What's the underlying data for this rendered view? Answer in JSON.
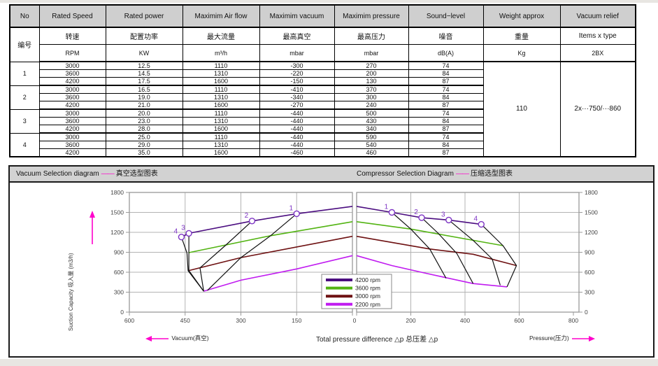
{
  "table": {
    "columns": [
      {
        "en": "No",
        "cn": "编号",
        "unit": ""
      },
      {
        "en": "Rated Speed",
        "cn": "转速",
        "unit": "RPM"
      },
      {
        "en": "Rated power",
        "cn": "配置功率",
        "unit": "KW"
      },
      {
        "en": "Maximim Air flow",
        "cn": "最大流量",
        "unit": "m³/h"
      },
      {
        "en": "Maximim vacuum",
        "cn": "最高真空",
        "unit": "mbar"
      },
      {
        "en": "Maximim pressure",
        "cn": "最高压力",
        "unit": "mbar"
      },
      {
        "en": "Sound−level",
        "cn": "噪音",
        "unit": "dB(A)"
      },
      {
        "en": "Weight approx",
        "cn": "重量",
        "unit": "Kg"
      },
      {
        "en": "Vacuum relief",
        "cn": "Items x type",
        "unit": "2BX"
      }
    ],
    "groups": [
      {
        "no": "1",
        "rows": [
          [
            "3000",
            "12.5",
            "1110",
            "-300",
            "270",
            "74"
          ],
          [
            "3600",
            "14.5",
            "1310",
            "-220",
            "200",
            "84"
          ],
          [
            "4200",
            "17.5",
            "1600",
            "-150",
            "130",
            "87"
          ]
        ]
      },
      {
        "no": "2",
        "rows": [
          [
            "3000",
            "16.5",
            "1110",
            "-410",
            "370",
            "74"
          ],
          [
            "3600",
            "19.0",
            "1310",
            "-340",
            "300",
            "84"
          ],
          [
            "4200",
            "21.0",
            "1600",
            "-270",
            "240",
            "87"
          ]
        ]
      },
      {
        "no": "3",
        "rows": [
          [
            "3000",
            "20.0",
            "1110",
            "-440",
            "500",
            "74"
          ],
          [
            "3600",
            "23.0",
            "1310",
            "-440",
            "430",
            "84"
          ],
          [
            "4200",
            "28.0",
            "1600",
            "-440",
            "340",
            "87"
          ]
        ]
      },
      {
        "no": "4",
        "rows": [
          [
            "3000",
            "25.0",
            "1110",
            "-440",
            "590",
            "74"
          ],
          [
            "3600",
            "29.0",
            "1310",
            "-440",
            "540",
            "84"
          ],
          [
            "4200",
            "35.0",
            "1600",
            "-460",
            "460",
            "87"
          ]
        ]
      }
    ],
    "weight": "110",
    "vacuum_relief": "2x···750/···860"
  },
  "chart_data": {
    "type": "line",
    "title_left": "Vacuum Selection diagram",
    "title_left_cn": "真空选型图表",
    "title_right": "Compressor Selection Diagram",
    "title_right_cn": "压缩选型图表",
    "ylabel": "Suction Capacity 吸入量 (m3/h)",
    "xlabel_left": "Vacuum(真空)",
    "xlabel_center": "Total pressure difference △p 总压差 △p",
    "xlabel_right": "Pressure(压力)",
    "ylim": [
      0,
      1800
    ],
    "yticks": [
      0,
      300,
      600,
      900,
      1200,
      1500,
      1800
    ],
    "xticks_vacuum": [
      600,
      450,
      300,
      150,
      0
    ],
    "xticks_pressure": [
      0,
      200,
      400,
      600,
      800
    ],
    "grid": "on",
    "legend_position": "bottom-center-inside",
    "legend": [
      {
        "name": "4200 rpm",
        "color": "#4b0d80"
      },
      {
        "name": "3600 rpm",
        "color": "#53b413"
      },
      {
        "name": "3000 rpm",
        "color": "#6e1112"
      },
      {
        "name": "2200 rpm",
        "color": "#c01bf0"
      }
    ],
    "series_vacuum": [
      {
        "name": "4200 rpm",
        "color": "#4b0d80",
        "points": [
          [
            0,
            1590
          ],
          [
            150,
            1480
          ],
          [
            270,
            1370
          ],
          [
            440,
            1185
          ],
          [
            460,
            1130
          ]
        ]
      },
      {
        "name": "3600 rpm",
        "color": "#53b413",
        "points": [
          [
            0,
            1360
          ],
          [
            220,
            1150
          ],
          [
            440,
            895
          ]
        ]
      },
      {
        "name": "3000 rpm",
        "color": "#6e1112",
        "points": [
          [
            0,
            1140
          ],
          [
            300,
            820
          ],
          [
            440,
            625
          ]
        ]
      },
      {
        "name": "2200 rpm",
        "color": "#c01bf0",
        "points": [
          [
            0,
            850
          ],
          [
            150,
            650
          ],
          [
            300,
            480
          ],
          [
            400,
            315
          ]
        ]
      }
    ],
    "series_pressure": [
      {
        "name": "4200 rpm",
        "color": "#4b0d80",
        "points": [
          [
            0,
            1590
          ],
          [
            130,
            1500
          ],
          [
            240,
            1420
          ],
          [
            340,
            1385
          ],
          [
            460,
            1320
          ]
        ]
      },
      {
        "name": "3600 rpm",
        "color": "#53b413",
        "points": [
          [
            0,
            1360
          ],
          [
            200,
            1250
          ],
          [
            430,
            1080
          ],
          [
            540,
            1000
          ]
        ]
      },
      {
        "name": "3000 rpm",
        "color": "#6e1112",
        "points": [
          [
            0,
            1140
          ],
          [
            270,
            950
          ],
          [
            430,
            870
          ],
          [
            590,
            700
          ]
        ]
      },
      {
        "name": "2200 rpm",
        "color": "#c01bf0",
        "points": [
          [
            0,
            850
          ],
          [
            130,
            700
          ],
          [
            260,
            580
          ],
          [
            430,
            430
          ],
          [
            555,
            380
          ]
        ]
      }
    ],
    "markers_vacuum": [
      {
        "label": "1",
        "x": 150,
        "y": 1480
      },
      {
        "label": "2",
        "x": 270,
        "y": 1370
      },
      {
        "label": "3",
        "x": 440,
        "y": 1185
      },
      {
        "label": "4",
        "x": 460,
        "y": 1130
      }
    ],
    "markers_pressure": [
      {
        "label": "1",
        "x": 130,
        "y": 1500
      },
      {
        "label": "2",
        "x": 240,
        "y": 1420
      },
      {
        "label": "3",
        "x": 340,
        "y": 1385
      },
      {
        "label": "4",
        "x": 460,
        "y": 1320
      }
    ],
    "limit_lines_vacuum": [
      [
        [
          150,
          1480
        ],
        [
          220,
          1150
        ],
        [
          300,
          820
        ],
        [
          390,
          325
        ]
      ],
      [
        [
          270,
          1370
        ],
        [
          340,
          1010
        ],
        [
          410,
          665
        ],
        [
          400,
          315
        ]
      ],
      [
        [
          440,
          1185
        ],
        [
          440,
          895
        ],
        [
          440,
          625
        ],
        [
          400,
          315
        ]
      ],
      [
        [
          460,
          1130
        ],
        [
          445,
          890
        ],
        [
          442,
          622
        ],
        [
          400,
          315
        ]
      ]
    ],
    "limit_lines_pressure": [
      [
        [
          130,
          1500
        ],
        [
          200,
          1250
        ],
        [
          270,
          950
        ],
        [
          330,
          510
        ]
      ],
      [
        [
          240,
          1420
        ],
        [
          300,
          1190
        ],
        [
          370,
          880
        ],
        [
          430,
          430
        ]
      ],
      [
        [
          340,
          1385
        ],
        [
          430,
          1080
        ],
        [
          500,
          800
        ],
        [
          530,
          405
        ]
      ],
      [
        [
          460,
          1320
        ],
        [
          540,
          1000
        ],
        [
          590,
          700
        ],
        [
          555,
          380
        ]
      ]
    ],
    "marker_color": "#7d33c4",
    "accent": "#ff00cc",
    "grid_color": "#b3b3b3",
    "axis_color": "#999999"
  }
}
